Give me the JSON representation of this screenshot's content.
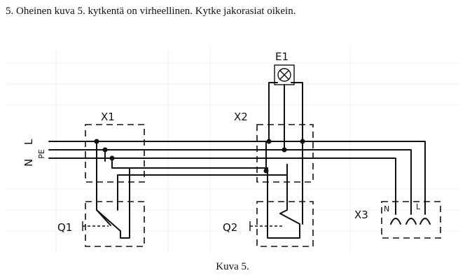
{
  "question": "5. Oheinen kuva 5. kytkentä on virheellinen. Kytke jakorasiat oikein.",
  "caption": "Kuva 5.",
  "labels": {
    "L": "L",
    "PE": "PE",
    "N": "N",
    "X1": "X1",
    "X2": "X2",
    "X3": "X3",
    "E1": "E1",
    "Q1": "Q1",
    "Q2": "Q2",
    "socket_N": "N",
    "socket_L": "L"
  },
  "colors": {
    "ink": "#111111",
    "paper": "#ffffff"
  }
}
